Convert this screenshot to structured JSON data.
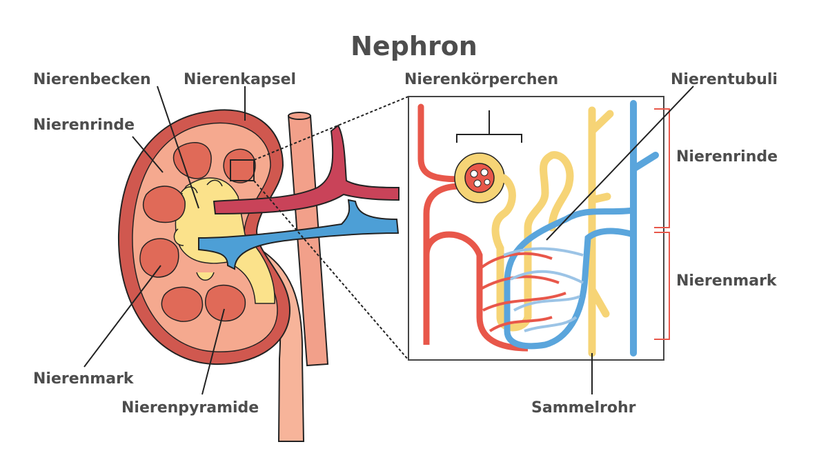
{
  "title": "Nephron",
  "labels": {
    "nierenbecken": "Nierenbecken",
    "nierenkapsel": "Nierenkapsel",
    "nierenrinde": "Nierenrinde",
    "nierenmark": "Nierenmark",
    "nierenpyramide": "Nierenpyramide",
    "nierenkoerperchen": "Nierenkörperchen",
    "nierentubuli": "Nierentubuli",
    "nierenrinde_right": "Nierenrinde",
    "nierenmark_right": "Nierenmark",
    "sammelrohr": "Sammelrohr"
  },
  "colors": {
    "capsule": "#d0584f",
    "cortex": "#f5a98f",
    "pyramid": "#e06a58",
    "pelvis": "#fbe28b",
    "artery": "#c94359",
    "vein": "#4d9fd6",
    "vena_cava": "#f2a08a",
    "ureter": "#f7b49a",
    "red_vessel": "#e8574a",
    "yellow_tubule": "#f6d476",
    "blue_vessel": "#5aa5dc",
    "light_blue": "#9cc4e6",
    "bracket": "#e8574a",
    "text": "#4d4d4d"
  }
}
